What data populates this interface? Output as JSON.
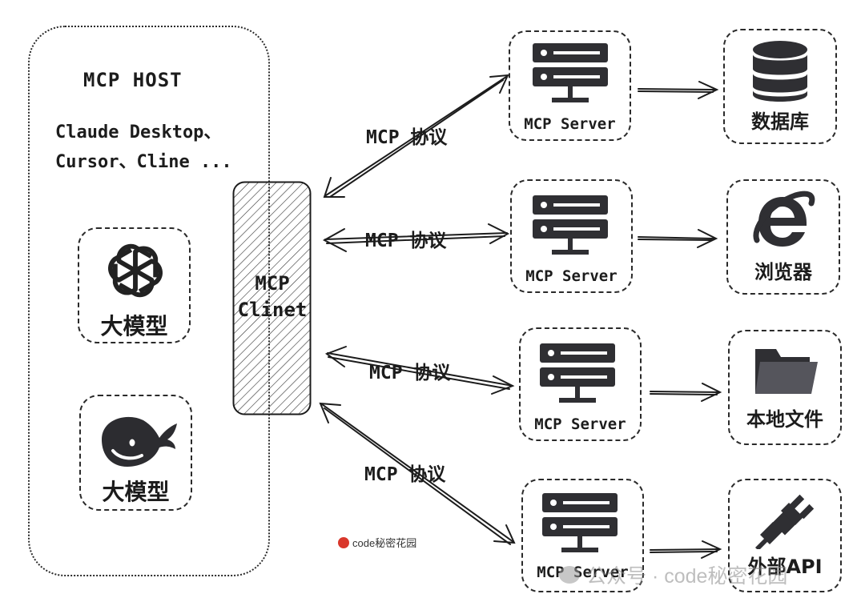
{
  "host": {
    "title": "MCP HOST",
    "apps_line1": "Claude Desktop、",
    "apps_line2": "Cursor、Cline ..."
  },
  "models": [
    {
      "label": "大模型",
      "icon": "openai-logo-icon"
    },
    {
      "label": "大模型",
      "icon": "deepseek-whale-icon"
    }
  ],
  "client": {
    "line1": "MCP",
    "line2": "Clinet"
  },
  "protocol_label": "MCP 协议",
  "servers": [
    {
      "label": "MCP Server",
      "resource": "数据库",
      "resource_icon": "database-icon"
    },
    {
      "label": "MCP Server",
      "resource": "浏览器",
      "resource_icon": "internet-explorer-icon"
    },
    {
      "label": "MCP Server",
      "resource": "本地文件",
      "resource_icon": "folder-icon"
    },
    {
      "label": "MCP Server",
      "resource": "外部API",
      "resource_icon": "plug-icon"
    }
  ],
  "watermark_small": "code秘密花园",
  "watermark_large": "公众号 · code秘密花园",
  "colors": {
    "ink": "#1c1c1c",
    "icon": "#2f2f33",
    "watermark_red": "#d9372b"
  }
}
